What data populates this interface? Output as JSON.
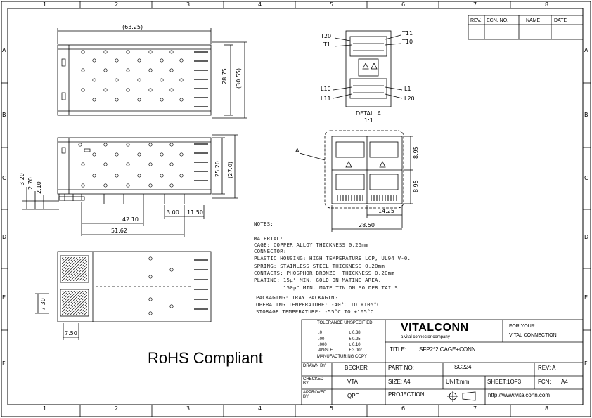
{
  "zones": {
    "columns": [
      "1",
      "2",
      "3",
      "4",
      "5",
      "6",
      "7",
      "8"
    ],
    "rows": [
      "A",
      "B",
      "C",
      "D",
      "E",
      "F"
    ]
  },
  "revision_table": {
    "headers": [
      "REV.",
      "ECN. NO.",
      "NAME",
      "DATE"
    ]
  },
  "top_view": {
    "dim_width": "(63.25)",
    "dim_height": "28.75",
    "dim_height_overall": "(30.55)"
  },
  "side_view": {
    "dim_height": "25.20",
    "dim_height_overall": "(27.0)",
    "dim_3_20": "3.20",
    "dim_2_70": "2.70",
    "dim_2_10": "2.10",
    "dim_42_10": "42.10",
    "dim_3_00": "3.00",
    "dim_11_50": "11.50",
    "dim_51_62": "51.62"
  },
  "bottom_view": {
    "dim_7_30": "7.30",
    "dim_7_50": "7.50"
  },
  "detail_a": {
    "label": "DETAIL A",
    "scale": "1:1",
    "pins": {
      "t20": "T20",
      "t1": "T1",
      "t11": "T11",
      "t10": "T10",
      "l10": "L10",
      "l11": "L11",
      "l1": "L1",
      "l20": "L20"
    }
  },
  "front_view": {
    "callout": "A",
    "dim_8_95_top": "8.95",
    "dim_8_95_bottom": "8.95",
    "dim_14_25": "14.25",
    "dim_28_50": "28.50"
  },
  "notes": {
    "title": "NOTES:",
    "lines": [
      "MATERIAL:",
      "CAGE: COPPER ALLOY THICKNESS 0.25mm",
      "CONNECTOR:",
      "PLASTIC HOUSING: HIGH TEMPERATURE LCP, UL94 V-0.",
      "SPRING: STAINLESS STEEL THICKNESS 0.20mm",
      "CONTACTS: PHOSPHOR BRONZE, THICKNESS 0.20mm",
      "PLATING: 15µ\" MIN. GOLD ON MATING AREA,",
      "150µ\" MIN. MATE TIN ON SOLDER TAILS.",
      "PACKAGING: TRAY PACKAGING.",
      "OPERATING TEMPERATURE: -40°C TO +105°C",
      "STORAGE TEMPERATURE: -55°C TO +105°C"
    ]
  },
  "rohs": "RoHS Compliant",
  "title_block": {
    "tolerance_header": "TOLERANCE UNSPECIFIED",
    "tol_rows": [
      {
        "k": ".0",
        "v": "± 0.38"
      },
      {
        "k": ".00",
        "v": "± 0.25"
      },
      {
        "k": ".000",
        "v": "± 0.10"
      },
      {
        "k": "ANGLE",
        "v": "± 3.00°"
      }
    ],
    "mfg_copy": "MANUFACTURING   COPY",
    "logo": "VITALCONN",
    "logo_sub": "a vital connector company",
    "slogan1": "FOR YOUR",
    "slogan2": "VITAL CONNECTION",
    "title_label": "TITLE:",
    "title_value": "SFP2*2 CAGE+CONN",
    "drawn_label": "DRAWN BY:",
    "drawn_value": "BECKER",
    "checked_label": "CHECKED BY:",
    "checked_value": "VTA",
    "approved_label": "APPROVED BY:",
    "approved_value": "QPF",
    "part_label": "PART NO:",
    "part_value": "SC224",
    "rev_label": "REV: A",
    "size_label": "SIZE: A4",
    "unit_label": "UNIT:mm",
    "sheet_label": "SHEET:1OF3",
    "fcn_label": "FCN:",
    "fcn_value": "A4",
    "projection_label": "PROJECTION",
    "url": "http://www.vitalconn.com"
  }
}
